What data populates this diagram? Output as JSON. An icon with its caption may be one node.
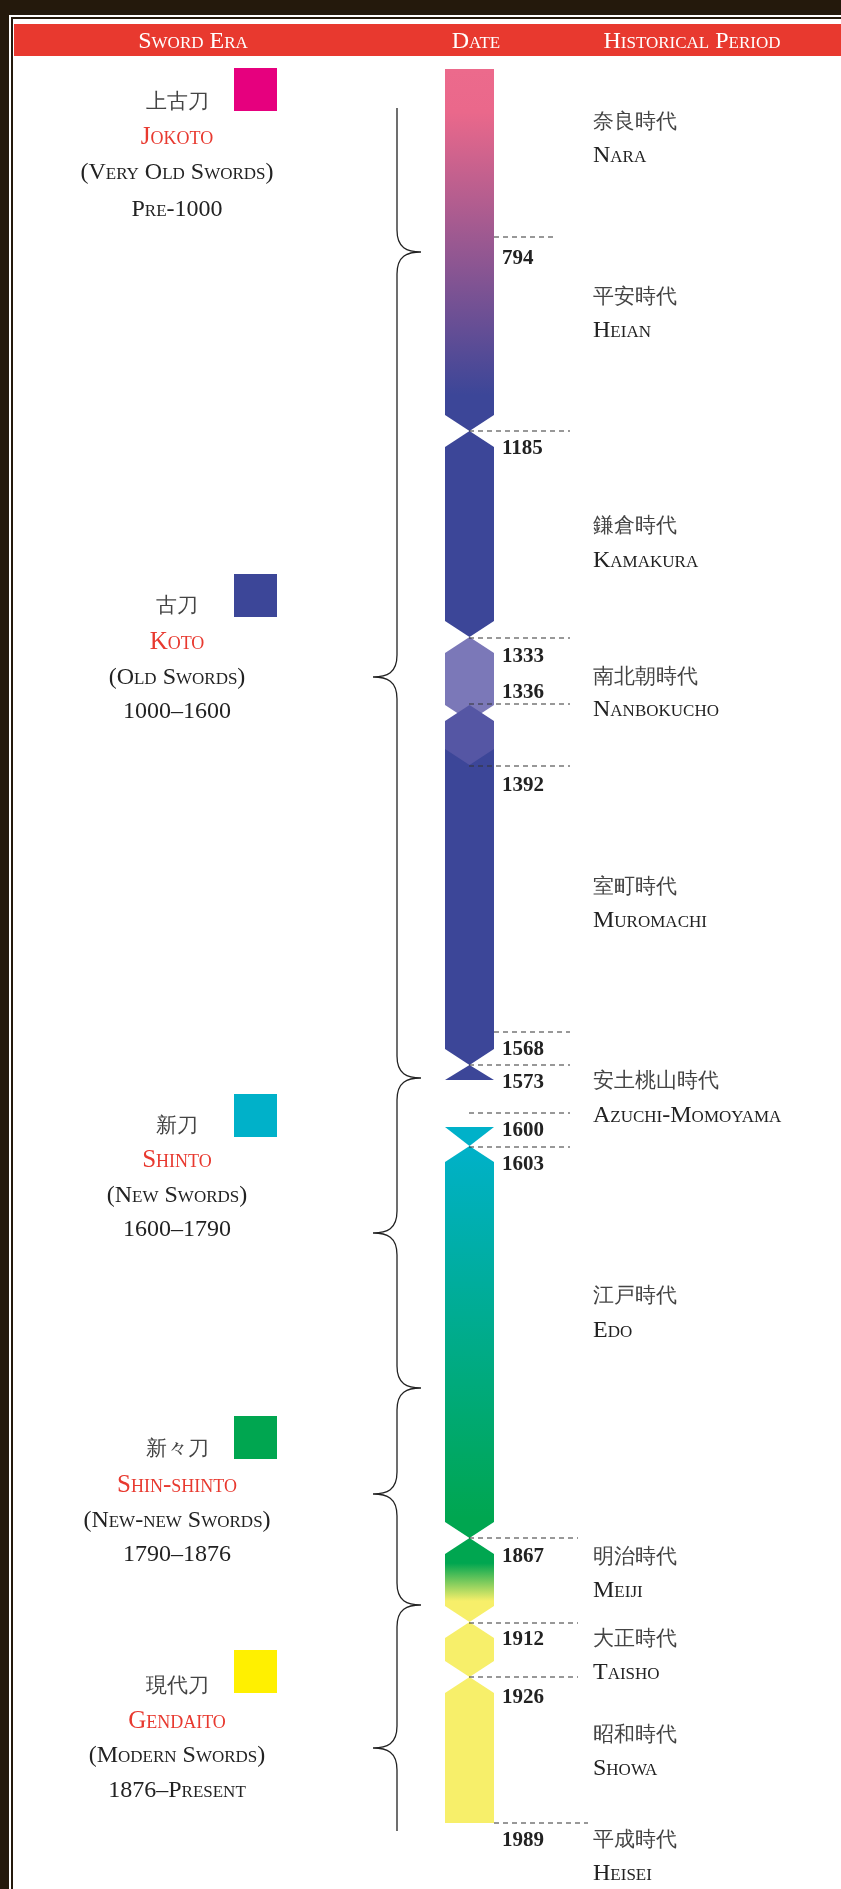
{
  "diagram": {
    "labels": [
      "Sword Era",
      "Date",
      "Historical Period",
      "Jokoto",
      "(Very Old Swords)",
      "Pre-1000",
      "Koto",
      "(Old Swords)",
      "1000–1600",
      "Shinto",
      "(New Swords)",
      "1600–1790",
      "Shin-shinto",
      "(New-new Swords)",
      "1790–1876",
      "Gendaito",
      "(Modern Swords)",
      "1876–Present",
      "794",
      "1185",
      "1333",
      "1336",
      "1392",
      "1568",
      "1573",
      "1600",
      "1603",
      "1867",
      "1912",
      "1926",
      "1989",
      "奈良時代",
      "Nara",
      "平安時代",
      "Heian",
      "鎌倉時代",
      "Kamakura",
      "南北朝時代",
      "Nanbokucho",
      "室町時代",
      "Muromachi",
      "安土桃山時代",
      "Azuchi-Momoyama",
      "江戸時代",
      "Edo",
      "明治時代",
      "Meiji",
      "大正時代",
      "Taisho",
      "昭和時代",
      "Showa",
      "平成時代",
      "Heisei"
    ],
    "legend": [
      {
        "text": "上古刀",
        "color": "#e6007e"
      },
      {
        "text": "古刀",
        "color": "#3c4698"
      },
      {
        "text": "新刀",
        "color": "#00b1c9"
      },
      {
        "text": "新々刀",
        "color": "#00a650"
      },
      {
        "text": "現代刀",
        "color": "#fff000"
      }
    ]
  }
}
